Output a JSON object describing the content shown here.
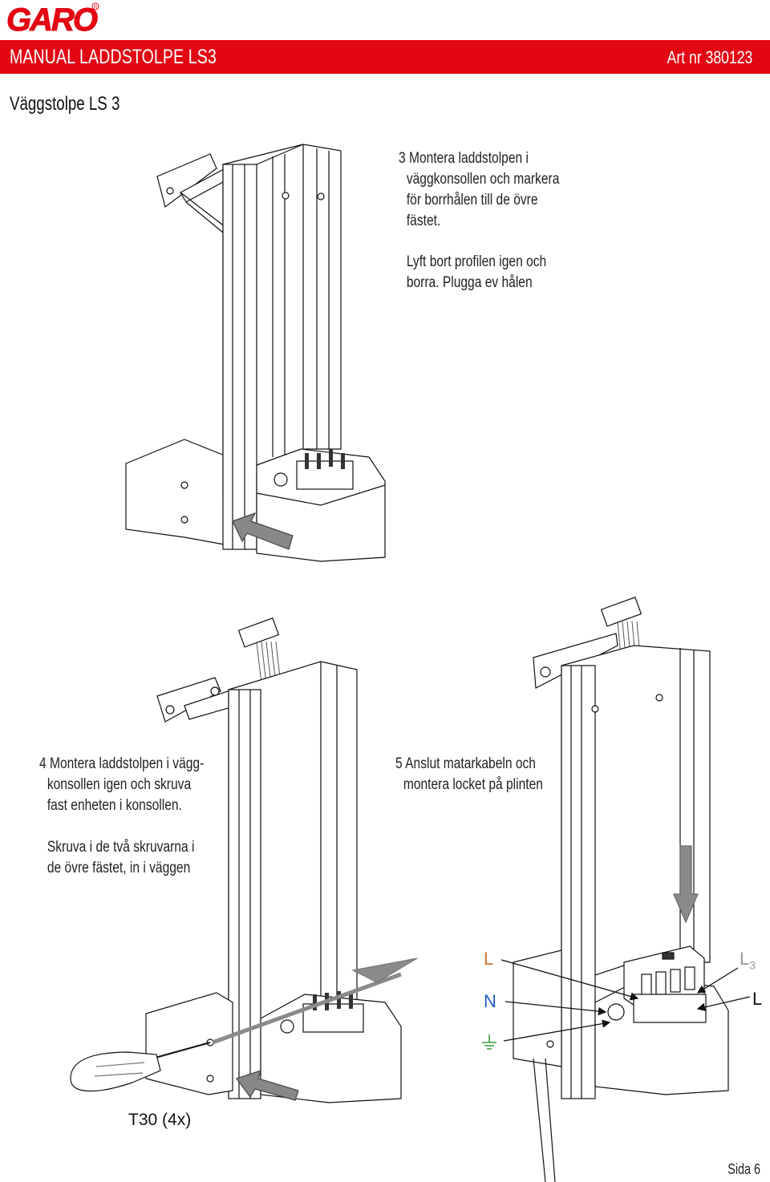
{
  "header": {
    "logo_text": "GARO",
    "title": "MANUAL LADDSTOLPE LS3",
    "article": "Art nr 380123"
  },
  "page_title": "Väggstolpe LS 3",
  "steps": {
    "step3": {
      "line1": "3 Montera laddstolpen i",
      "line2": "väggkonsollen och markera",
      "line3": "för borrhålen till de övre",
      "line4": "fästet.",
      "line5": "Lyft bort profilen igen och",
      "line6": "borra. Plugga ev hålen"
    },
    "step4": {
      "line1": "4 Montera laddstolpen i vägg-",
      "line2": "konsollen igen och skruva",
      "line3": "fast enheten i konsollen.",
      "line4": "Skruva i de två skruvarna i",
      "line5": "de övre fästet, in i väggen"
    },
    "step5": {
      "line1": "5 Anslut matarkabeln och",
      "line2": "montera locket på plinten"
    }
  },
  "labels": {
    "tool": "T30 (4x)",
    "L": "L",
    "N": "N",
    "L3_main": "L",
    "L3_sub": "3",
    "L_right": "L"
  },
  "colors": {
    "brand_red": "#e30613",
    "label_L": "#c87533",
    "label_N": "#1f5fbf",
    "label_ground": "#3a9a3a",
    "label_gray": "#999999"
  },
  "footer": {
    "page": "Sida 6"
  }
}
